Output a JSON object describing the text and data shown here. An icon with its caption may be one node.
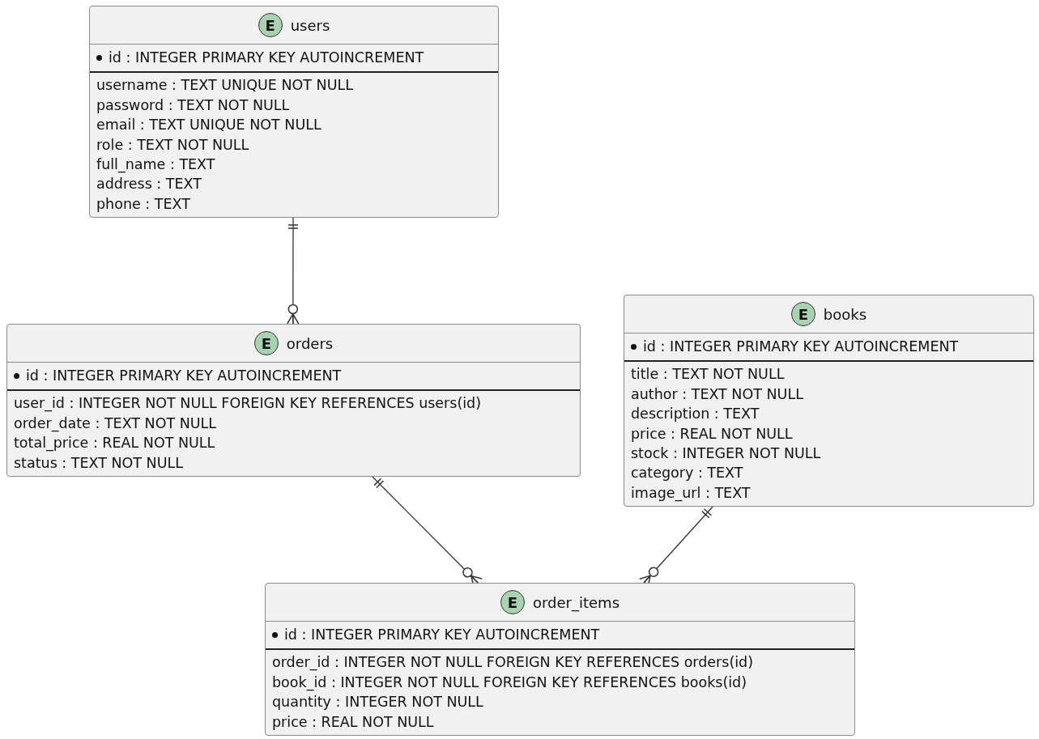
{
  "diagram": {
    "nodes": [
      {
        "text": [
          "E",
          "users",
          "id : INTEGER PRIMARY KEY AUTOINCREMENT",
          "username : TEXT UNIQUE NOT NULL",
          "password : TEXT NOT NULL",
          "email : TEXT UNIQUE NOT NULL",
          "role : TEXT NOT NULL",
          "full_name : TEXT",
          "address : TEXT",
          "phone : TEXT"
        ]
      },
      {
        "text": [
          "E",
          "orders",
          "id : INTEGER PRIMARY KEY AUTOINCREMENT",
          "user_id : INTEGER NOT NULL FOREIGN KEY REFERENCES users(id)",
          "order_date : TEXT NOT NULL",
          "total_price : REAL NOT NULL",
          "status : TEXT NOT NULL"
        ]
      },
      {
        "text": [
          "E",
          "books",
          "id : INTEGER PRIMARY KEY AUTOINCREMENT",
          "title : TEXT NOT NULL",
          "author : TEXT NOT NULL",
          "description : TEXT",
          "price : REAL NOT NULL",
          "stock : INTEGER NOT NULL",
          "category : TEXT",
          "image_url : TEXT"
        ]
      },
      {
        "text": [
          "E",
          "order_items",
          "id : INTEGER PRIMARY KEY AUTOINCREMENT",
          "order_id : INTEGER NOT NULL FOREIGN KEY REFERENCES orders(id)",
          "book_id : INTEGER NOT NULL FOREIGN KEY REFERENCES books(id)",
          "quantity : INTEGER NOT NULL",
          "price : REAL NOT NULL"
        ]
      }
    ],
    "edges": [
      {
        "from": 0,
        "to": 1,
        "arrow": "other"
      },
      {
        "from": 1,
        "to": 3,
        "arrow": "other"
      },
      {
        "from": 2,
        "to": 3,
        "arrow": "other"
      }
    ]
  }
}
